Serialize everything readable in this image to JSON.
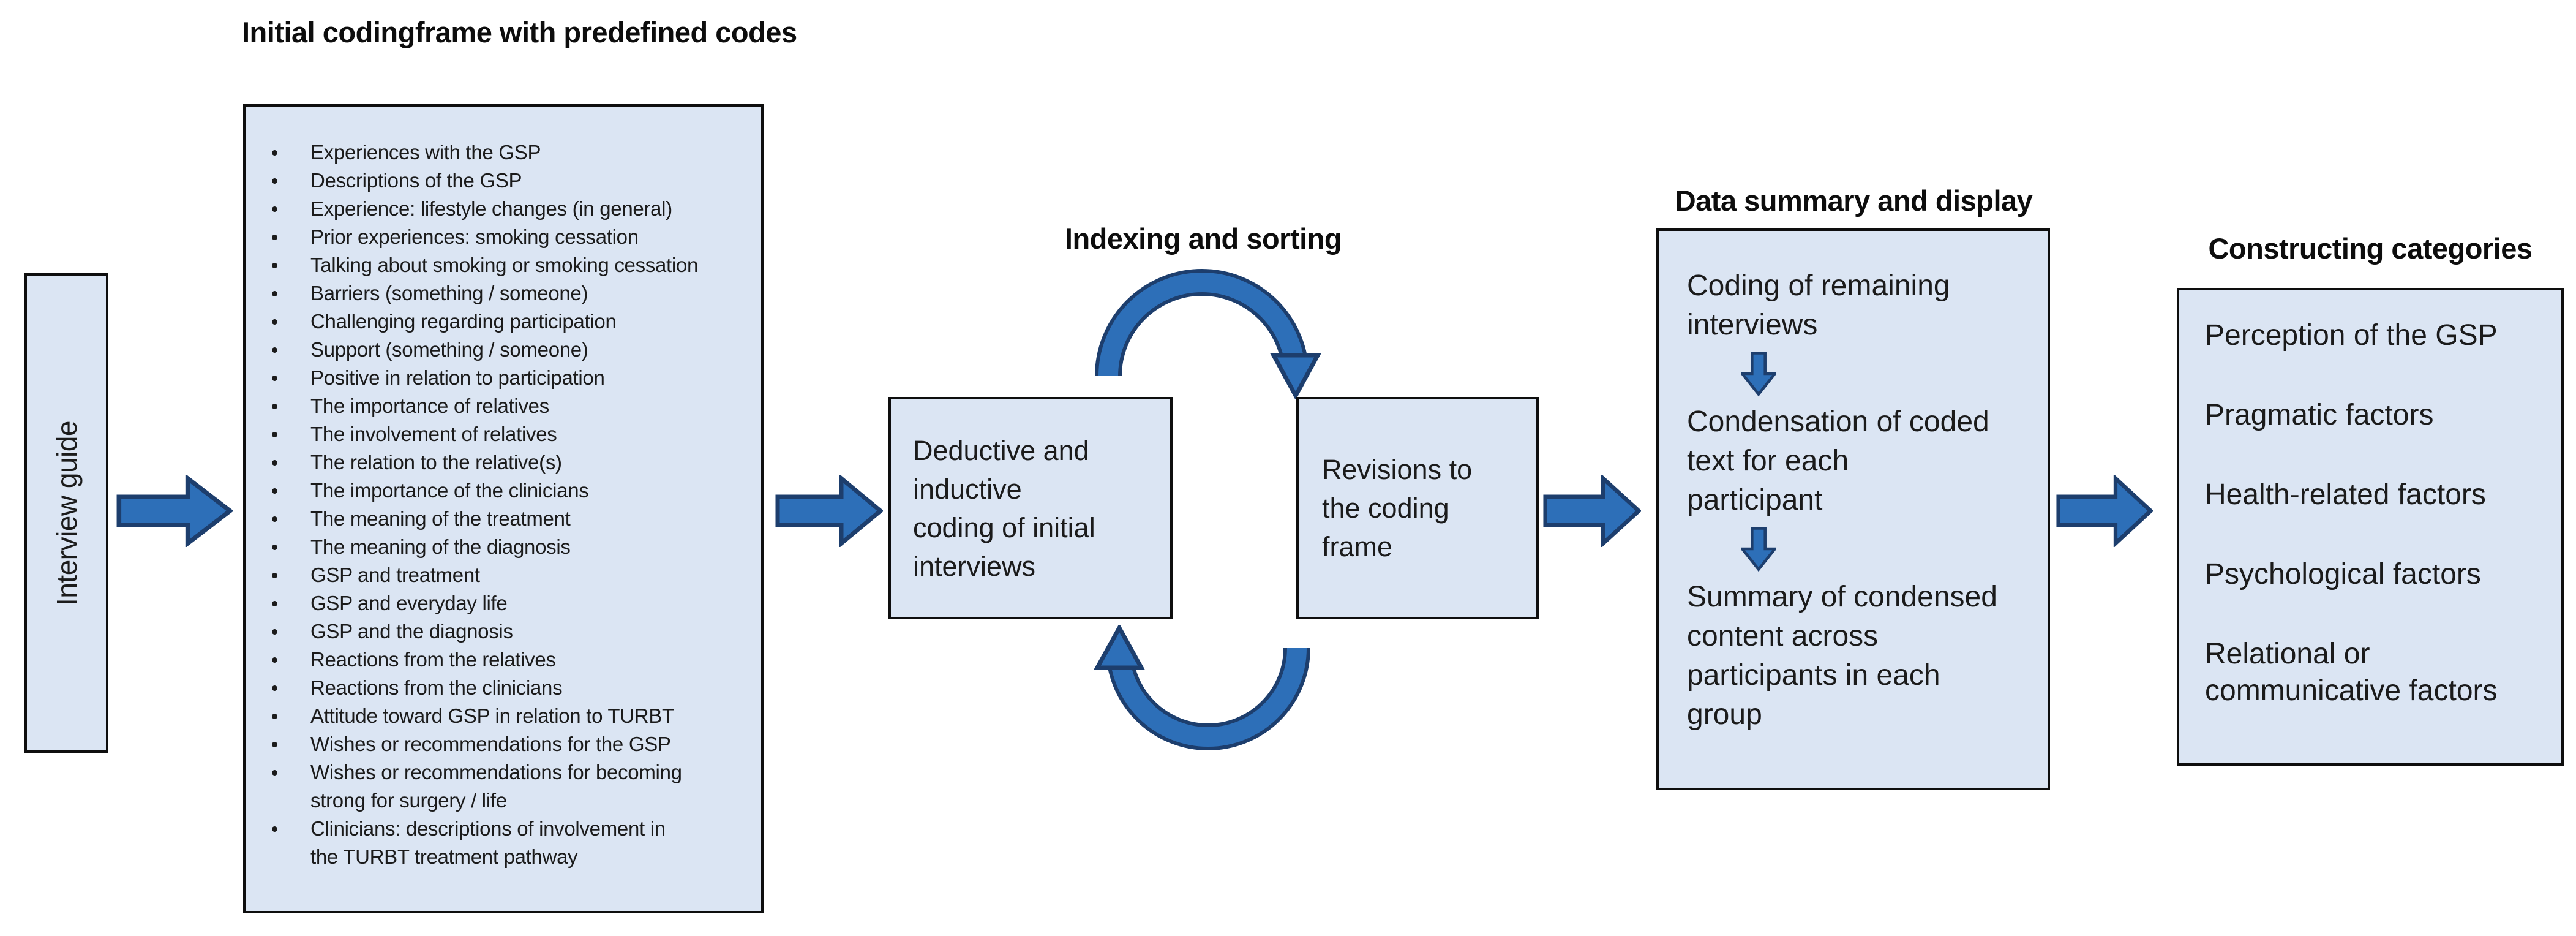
{
  "colors": {
    "box_fill": "#dbe5f3",
    "box_border": "#0e0e0e",
    "arrow_fill": "#2d6fb8",
    "arrow_border": "#1d3e6d",
    "text": "#1b1b1b"
  },
  "interview_guide": {
    "label": "Interview guide"
  },
  "initial_codingframe": {
    "title": "Initial codingframe with predefined codes",
    "codes": [
      "Experiences with the GSP",
      "Descriptions of the GSP",
      "Experience: lifestyle changes (in general)",
      "Prior experiences: smoking cessation",
      "Talking about smoking or smoking cessation",
      "Barriers (something / someone)",
      "Challenging regarding participation",
      "Support (something / someone)",
      "Positive in relation to participation",
      "The importance of relatives",
      "The involvement of relatives",
      "The relation to the relative(s)",
      "The importance of the clinicians",
      "The meaning of the treatment",
      "The meaning of the diagnosis",
      "GSP and treatment",
      "GSP and everyday life",
      "GSP and the diagnosis",
      "Reactions from the relatives",
      "Reactions from the clinicians",
      "Attitude toward GSP in relation to TURBT",
      "Wishes or recommendations for the GSP",
      "Wishes or recommendations for becoming\nstrong for surgery / life",
      "Clinicians: descriptions of involvement in\nthe TURBT treatment pathway"
    ]
  },
  "indexing_sorting": {
    "title": "Indexing and sorting",
    "left_box": "Deductive and\ninductive\ncoding of initial\ninterviews",
    "right_box": "Revisions to\nthe coding\nframe"
  },
  "data_summary": {
    "title": "Data summary and display",
    "steps": [
      "Coding of remaining\ninterviews",
      "Condensation of coded\ntext for each\nparticipant",
      "Summary of condensed\ncontent across\nparticipants in each\ngroup"
    ]
  },
  "constructing_categories": {
    "title": "Constructing categories",
    "categories": [
      "Perception of the GSP",
      "Pragmatic factors",
      "Health-related factors",
      "Psychological factors",
      "Relational or\ncommunicative factors"
    ]
  }
}
